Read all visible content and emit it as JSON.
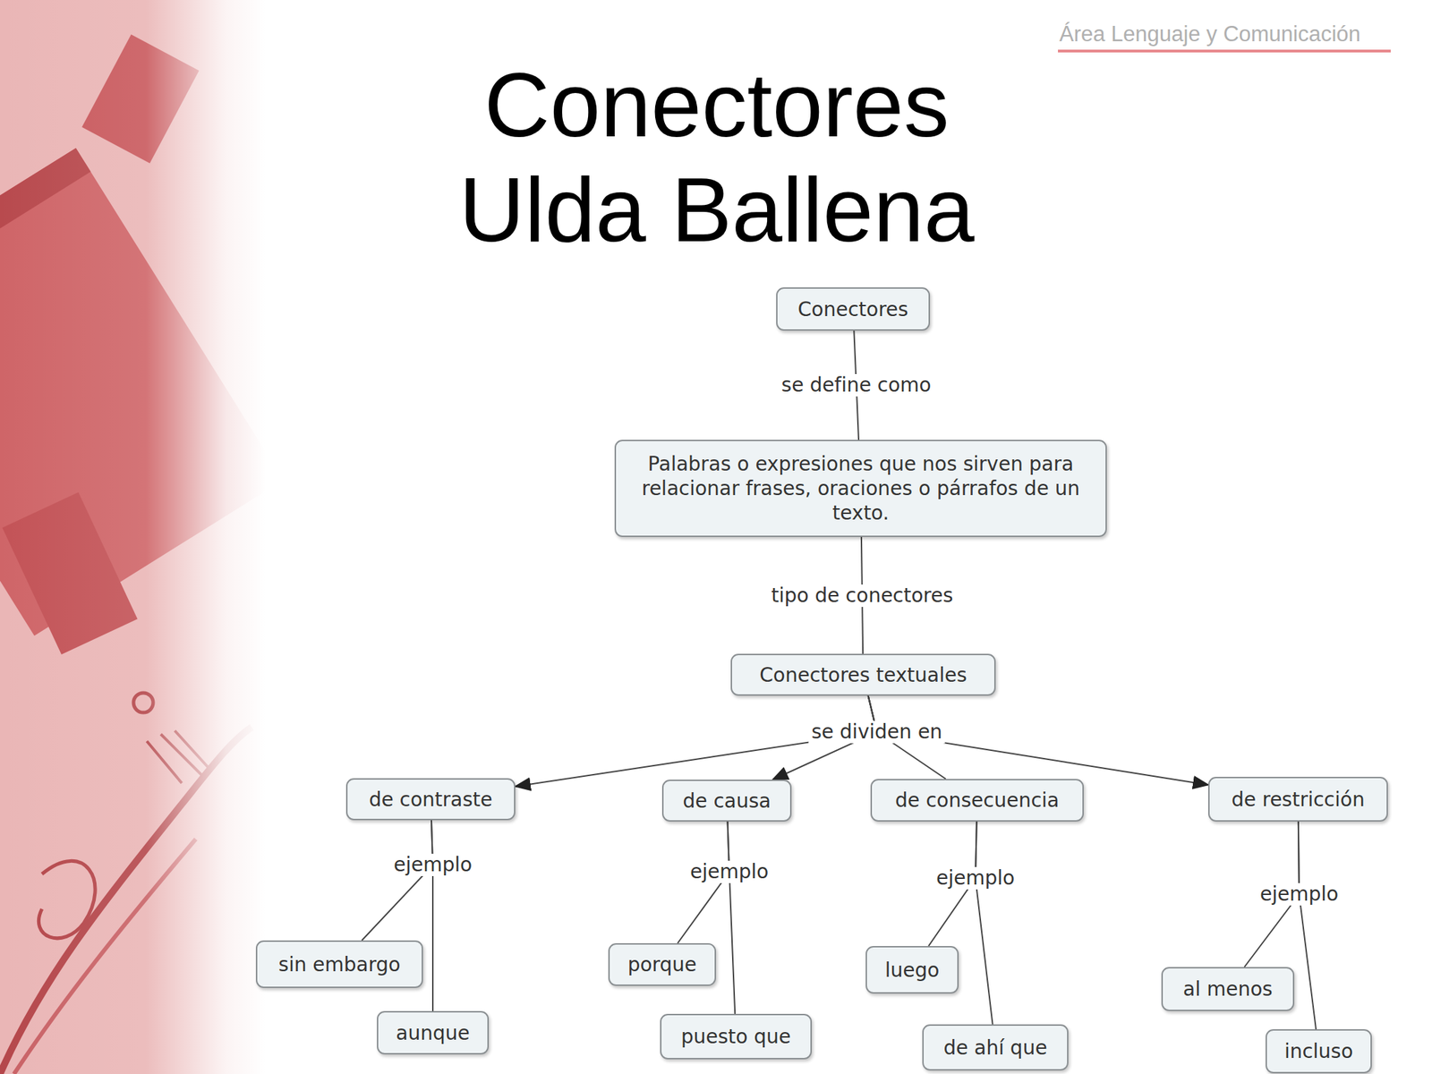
{
  "diagram": {
    "title": "Conectores Ulda Ballena",
    "nodes": [
      {
        "text": [
          "Conectores"
        ]
      },
      {
        "text": [
          "Palabras o expresiones que nos sirven para relacionar frases, oraciones o párrafos de un texto."
        ]
      },
      {
        "text": [
          "Conectores textuales"
        ]
      },
      {
        "text": [
          "de contraste"
        ]
      },
      {
        "text": [
          "de causa"
        ]
      },
      {
        "text": [
          "de consecuencia"
        ]
      },
      {
        "text": [
          "de restricción"
        ]
      },
      {
        "text": [
          "sin embargo"
        ]
      },
      {
        "text": [
          "aunque"
        ]
      },
      {
        "text": [
          "porque"
        ]
      },
      {
        "text": [
          "puesto que"
        ]
      },
      {
        "text": [
          "luego"
        ]
      },
      {
        "text": [
          "de ahí que"
        ]
      },
      {
        "text": [
          "al menos"
        ]
      },
      {
        "text": [
          "incluso"
        ]
      }
    ],
    "edges": [
      {
        "from": 0,
        "to": 1,
        "label": "se define como",
        "arrow": "none"
      },
      {
        "from": 1,
        "to": 2,
        "label": "tipo de conectores",
        "arrow": "none"
      },
      {
        "from": 2,
        "to": 3,
        "label": "se dividen en",
        "arrow": "to"
      },
      {
        "from": 2,
        "to": 4,
        "arrow": "to"
      },
      {
        "from": 2,
        "to": 5,
        "arrow": "none"
      },
      {
        "from": 2,
        "to": 6,
        "arrow": "to"
      },
      {
        "from": 3,
        "to": 7,
        "label": "ejemplo",
        "arrow": "none"
      },
      {
        "from": 3,
        "to": 8,
        "arrow": "none"
      },
      {
        "from": 4,
        "to": 9,
        "label": "ejemplo",
        "arrow": "none"
      },
      {
        "from": 4,
        "to": 10,
        "arrow": "none"
      },
      {
        "from": 5,
        "to": 11,
        "label": "ejemplo",
        "arrow": "none"
      },
      {
        "from": 5,
        "to": 12,
        "arrow": "none"
      },
      {
        "from": 6,
        "to": 13,
        "label": "ejemplo",
        "arrow": "none"
      },
      {
        "from": 6,
        "to": 14,
        "arrow": "none"
      }
    ],
    "labels": [
      "Área Lenguaje y Comunicación"
    ]
  }
}
